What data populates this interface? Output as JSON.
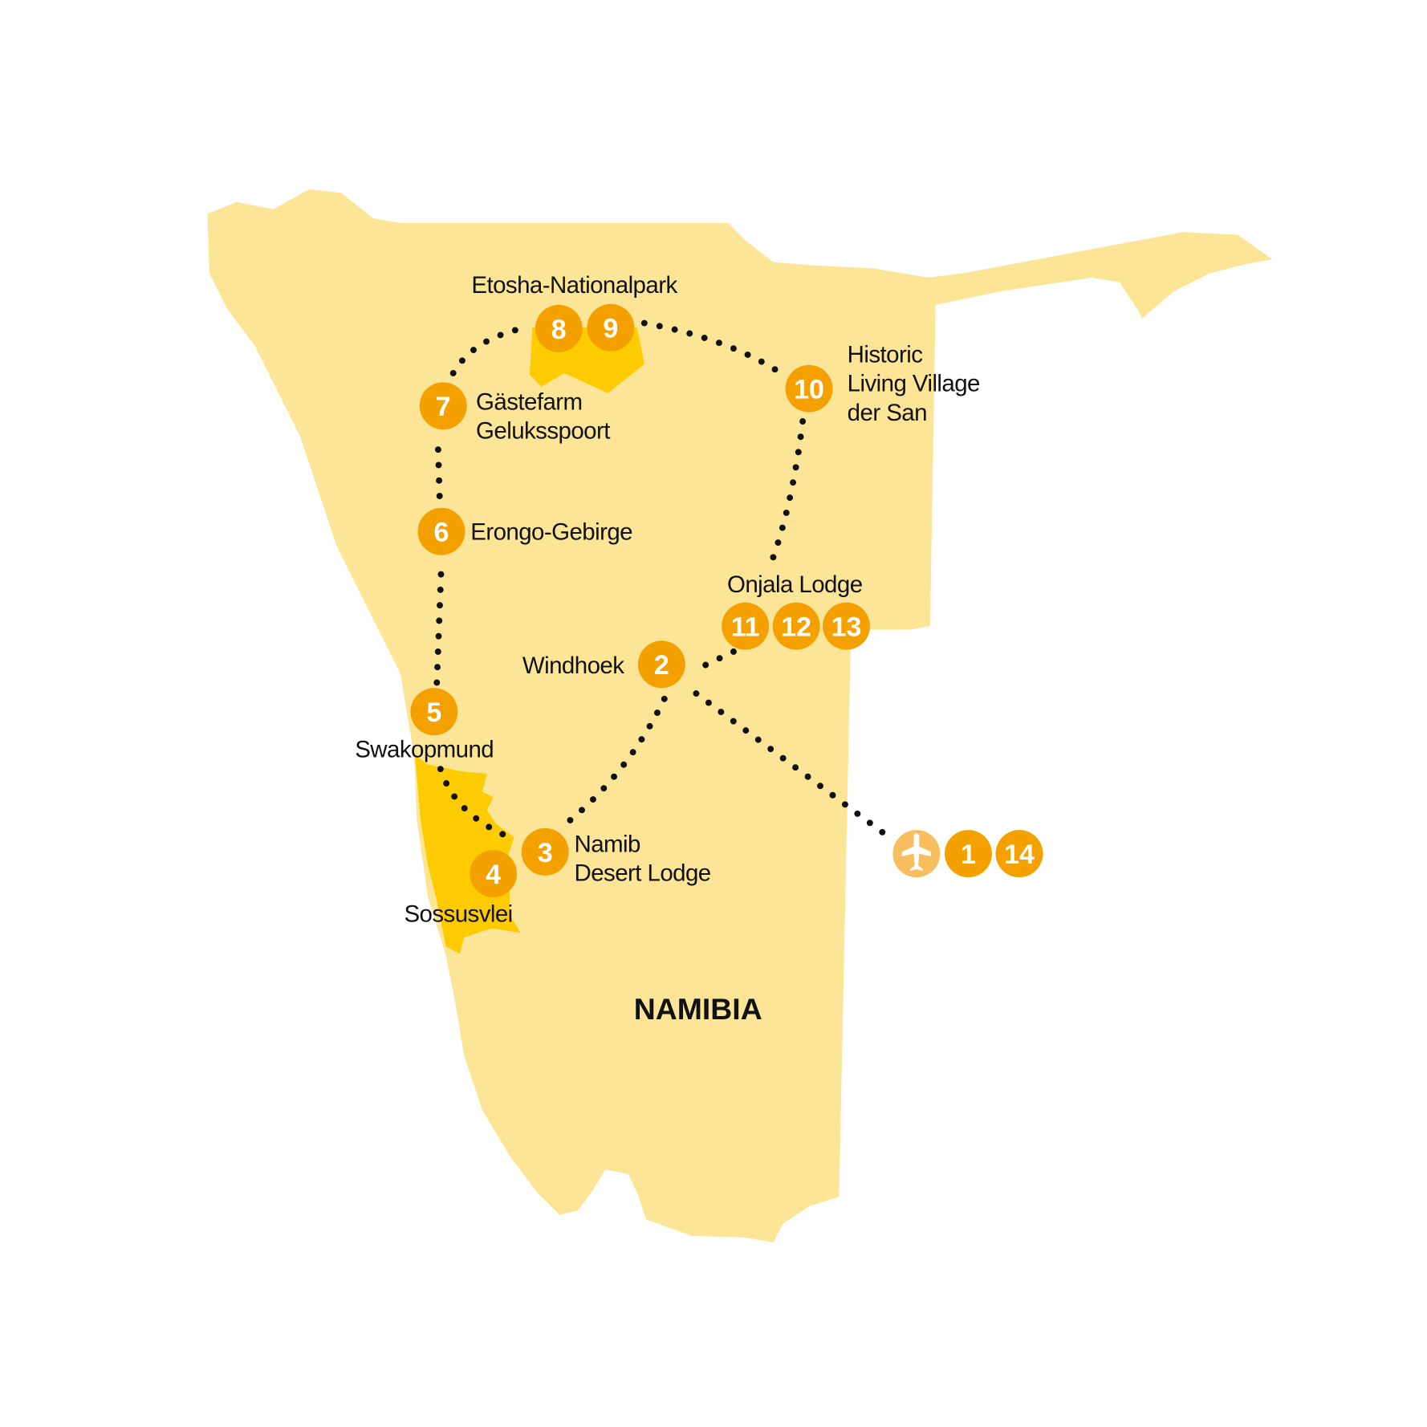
{
  "map": {
    "country": "NAMIBIA",
    "colors": {
      "land": "#fde597",
      "park": "#fdcb00",
      "stop": "#f4a100",
      "airport": "#f8bd5e",
      "route": "#111111"
    },
    "places": {
      "etosha": "Etosha-Nationalpark",
      "gastefarm_1": "Gästefarm",
      "gastefarm_2": "Geluksspoort",
      "erongo": "Erongo-Gebirge",
      "swakopmund": "Swakopmund",
      "sossusvlei": "Sossusvlei",
      "namib_1": "Namib",
      "namib_2": "Desert Lodge",
      "windhoek": "Windhoek",
      "onjala": "Onjala Lodge",
      "san_1": "Historic",
      "san_2": "Living Village",
      "san_3": "der San"
    },
    "stops": {
      "s1": "1",
      "s2": "2",
      "s3": "3",
      "s4": "4",
      "s5": "5",
      "s6": "6",
      "s7": "7",
      "s8": "8",
      "s9": "9",
      "s10": "10",
      "s11": "11",
      "s12": "12",
      "s13": "13",
      "s14": "14"
    },
    "airport_icon": "airplane-icon"
  }
}
